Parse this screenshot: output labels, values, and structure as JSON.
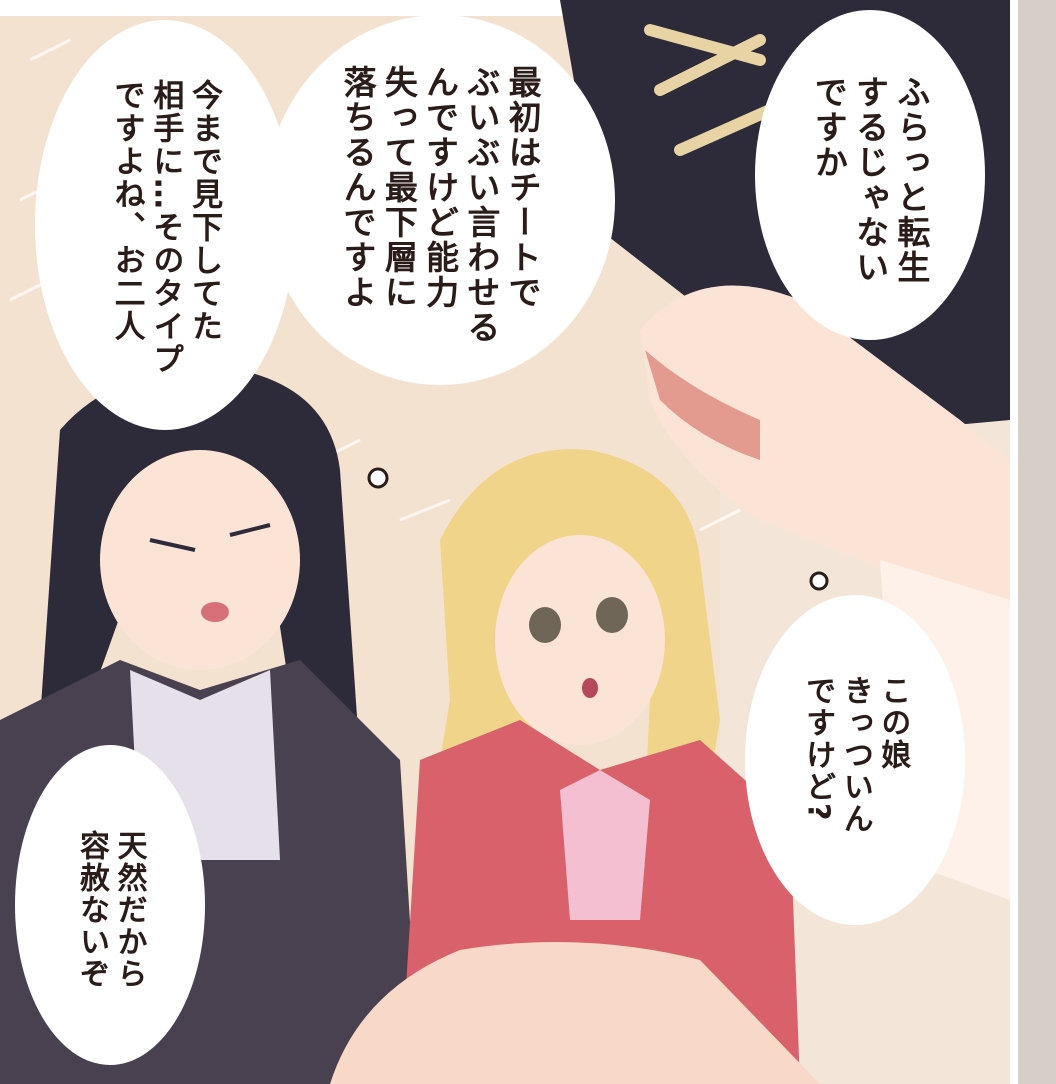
{
  "colors": {
    "background": "#f3e6d8",
    "bubble_fill": "#ffffff",
    "text": "#2a1c18",
    "hair_dark": "#2d2b3a",
    "hair_blonde": "#f0d48a",
    "jacket_pink": "#d9616b",
    "jacket_dark": "#4a4150"
  },
  "balloons": {
    "b1": "ふらっと転生\nするじゃない\nですか",
    "b2": "最初はチートで\nぶいぶい言わせる\nんですけど能力\n失って最下層に\n落ちるんですよ",
    "b3": "今まで見下してた\n相手に…そのタイプ\nですよね、お二人",
    "b4": "この娘\nきっついん\nですけど?",
    "b5": "天然だから\n容赦ないぞ"
  },
  "icons": [
    "hair-clip-icon",
    "thought-dot-icon"
  ]
}
